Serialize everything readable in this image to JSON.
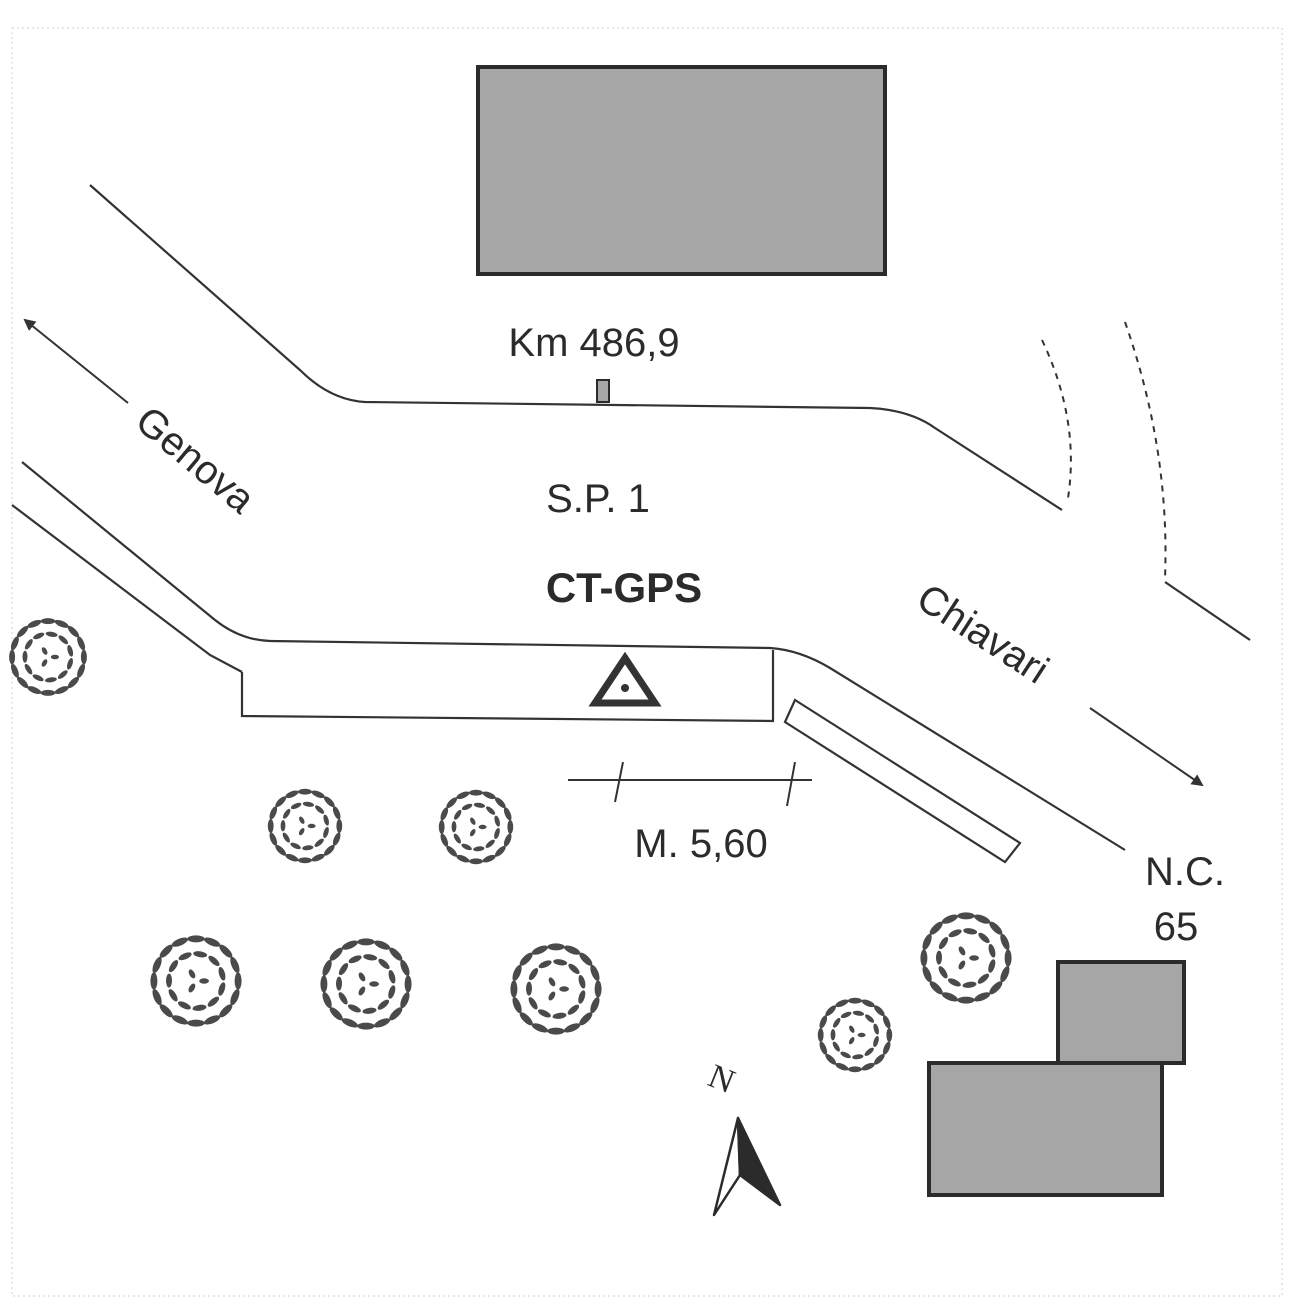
{
  "labels": {
    "km_marker": "Km 486,9",
    "road_name": "S.P. 1",
    "station": "CT-GPS",
    "direction_west": "Genova",
    "direction_east": "Chiavari",
    "distance": "M. 5,60",
    "house_number_line1": "N.C.",
    "house_number_line2": "65",
    "north": "N"
  },
  "colors": {
    "building_fill": "#a6a6a6",
    "line": "#2b2b2b",
    "background": "#ffffff"
  },
  "icons": {
    "station_symbol": "triangle-with-dot-icon",
    "north_arrow": "north-arrow-icon",
    "tree": "tree-icon"
  }
}
